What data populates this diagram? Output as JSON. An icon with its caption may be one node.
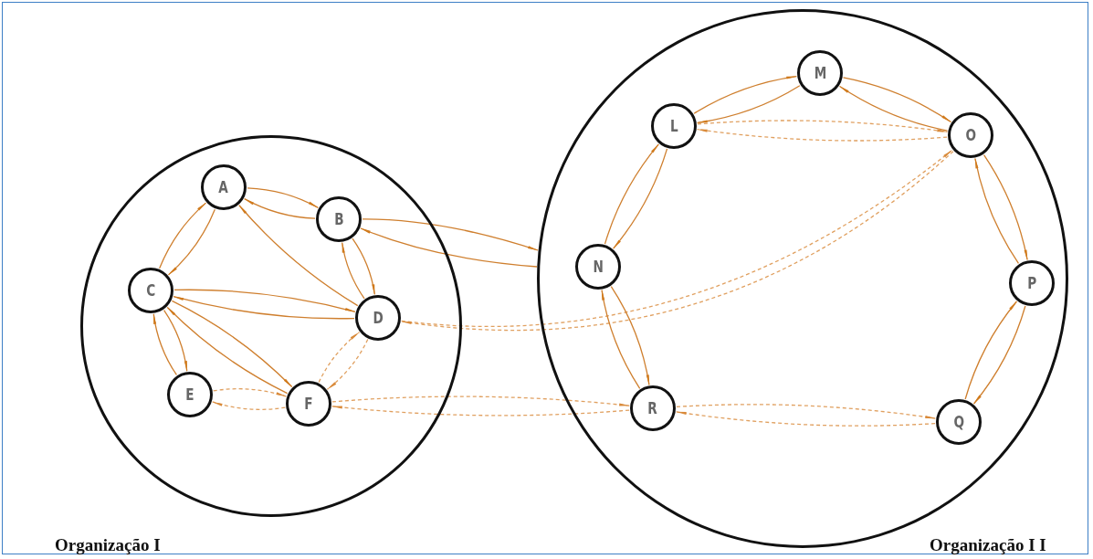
{
  "diagram": {
    "nodes": [
      {
        "text": [],
        "shape": "circle"
      },
      {
        "text": [],
        "shape": "circle"
      },
      {
        "text": [
          "A"
        ],
        "in": 0
      },
      {
        "text": [
          "B"
        ],
        "in": 0
      },
      {
        "text": [
          "C"
        ],
        "in": 0
      },
      {
        "text": [
          "D"
        ],
        "in": 0
      },
      {
        "text": [
          "E"
        ],
        "in": 0
      },
      {
        "text": [
          "F"
        ],
        "in": 0
      },
      {
        "text": [
          "M"
        ],
        "in": 1
      },
      {
        "text": [
          "L"
        ],
        "in": 1
      },
      {
        "text": [
          "O"
        ],
        "in": 1
      },
      {
        "text": [
          "N"
        ],
        "in": 1
      },
      {
        "text": [
          "P"
        ],
        "in": 1
      },
      {
        "text": [
          "R"
        ],
        "in": 1
      },
      {
        "text": [
          "Q"
        ],
        "in": 1
      }
    ],
    "edges": [
      {
        "from": 2,
        "to": 3,
        "arrow": "to"
      },
      {
        "from": 3,
        "to": 2,
        "arrow": "to"
      },
      {
        "from": 2,
        "to": 4,
        "arrow": "to"
      },
      {
        "from": 4,
        "to": 2,
        "arrow": "to"
      },
      {
        "from": 5,
        "to": 2,
        "arrow": "to"
      },
      {
        "from": 3,
        "to": 5,
        "arrow": "to"
      },
      {
        "from": 5,
        "to": 3,
        "arrow": "to"
      },
      {
        "from": 3,
        "to": 1,
        "arrow": "to"
      },
      {
        "from": 1,
        "to": 3,
        "arrow": "to"
      },
      {
        "from": 4,
        "to": 5,
        "arrow": "to"
      },
      {
        "from": 5,
        "to": 4,
        "arrow": "to"
      },
      {
        "from": 4,
        "to": 7,
        "arrow": "to"
      },
      {
        "from": 7,
        "to": 4,
        "arrow": "to"
      },
      {
        "from": 4,
        "to": 6,
        "arrow": "to"
      },
      {
        "from": 6,
        "to": 4,
        "arrow": "to"
      },
      {
        "from": 7,
        "to": 6,
        "arrow": "to",
        "style": "dashed"
      },
      {
        "from": 6,
        "to": 7,
        "arrow": "to",
        "style": "dashed"
      },
      {
        "from": 5,
        "to": 7,
        "arrow": "to",
        "style": "dashed"
      },
      {
        "from": 7,
        "to": 5,
        "arrow": "to",
        "style": "dashed"
      },
      {
        "from": 5,
        "to": 10,
        "arrow": "to",
        "style": "dashed"
      },
      {
        "from": 10,
        "to": 5,
        "arrow": "to",
        "style": "dashed"
      },
      {
        "from": 13,
        "to": 7,
        "arrow": "to",
        "style": "dashed"
      },
      {
        "from": 7,
        "to": 13,
        "arrow": "to",
        "style": "dashed"
      },
      {
        "from": 9,
        "to": 8,
        "arrow": "to"
      },
      {
        "from": 8,
        "to": 9,
        "arrow": "to"
      },
      {
        "from": 8,
        "to": 10,
        "arrow": "to"
      },
      {
        "from": 10,
        "to": 8,
        "arrow": "to"
      },
      {
        "from": 10,
        "to": 9,
        "arrow": "to",
        "style": "dashed"
      },
      {
        "from": 9,
        "to": 10,
        "arrow": "to",
        "style": "dashed"
      },
      {
        "from": 9,
        "to": 11,
        "arrow": "to"
      },
      {
        "from": 11,
        "to": 9,
        "arrow": "to"
      },
      {
        "from": 10,
        "to": 12,
        "arrow": "to"
      },
      {
        "from": 12,
        "to": 10,
        "arrow": "to"
      },
      {
        "from": 11,
        "to": 13,
        "arrow": "to"
      },
      {
        "from": 13,
        "to": 11,
        "arrow": "to"
      },
      {
        "from": 12,
        "to": 14,
        "arrow": "to"
      },
      {
        "from": 14,
        "to": 12,
        "arrow": "to"
      },
      {
        "from": 13,
        "to": 14,
        "arrow": "to",
        "style": "dashed"
      },
      {
        "from": 14,
        "to": 13,
        "arrow": "to",
        "style": "dashed"
      }
    ],
    "labels": [
      "Organização I",
      "Organização I I"
    ]
  }
}
